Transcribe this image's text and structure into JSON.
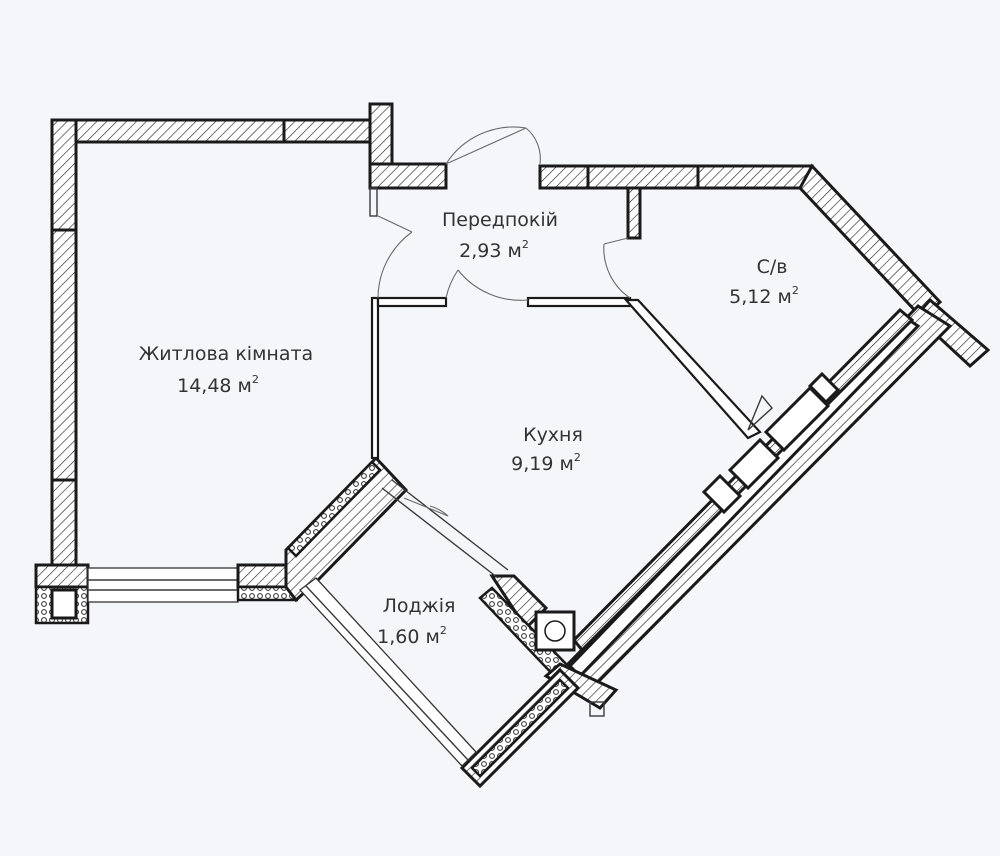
{
  "rooms": [
    {
      "key": "hall",
      "name": "Передпокій",
      "area": "2,93 м",
      "sup": "2"
    },
    {
      "key": "bathroom",
      "name": "С/в",
      "area": "5,12 м",
      "sup": "2"
    },
    {
      "key": "living_room",
      "name": "Житлова кімната",
      "area": "14,48 м",
      "sup": "2"
    },
    {
      "key": "kitchen",
      "name": "Кухня",
      "area": "9,19 м",
      "sup": "2"
    },
    {
      "key": "loggia",
      "name": "Лоджія",
      "area": "1,60 м",
      "sup": "2"
    }
  ],
  "colors": {
    "background": "#f5f6fa",
    "wall_outline": "#1a1a1a",
    "label_text": "#333333"
  }
}
